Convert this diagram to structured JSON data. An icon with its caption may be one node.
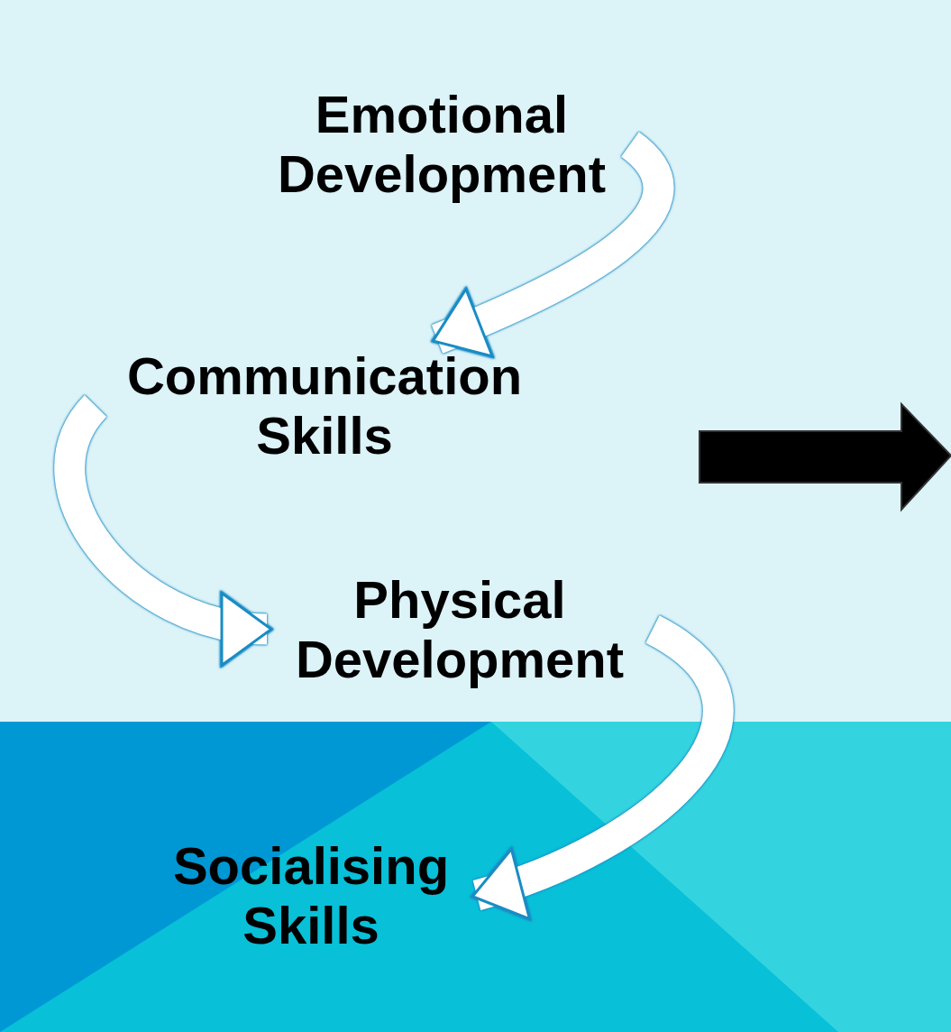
{
  "diagram": {
    "nodes": [
      {
        "text": [
          "Emotional Development"
        ]
      },
      {
        "text": [
          "Communication Skills"
        ]
      },
      {
        "text": [
          "Physical Development"
        ]
      },
      {
        "text": [
          "Socialising Skills"
        ]
      }
    ],
    "edges": [
      {
        "from": 0,
        "to": 1,
        "arrow": "to"
      },
      {
        "from": 1,
        "to": 2,
        "arrow": "to"
      },
      {
        "from": 2,
        "to": 3,
        "arrow": "to"
      }
    ]
  }
}
